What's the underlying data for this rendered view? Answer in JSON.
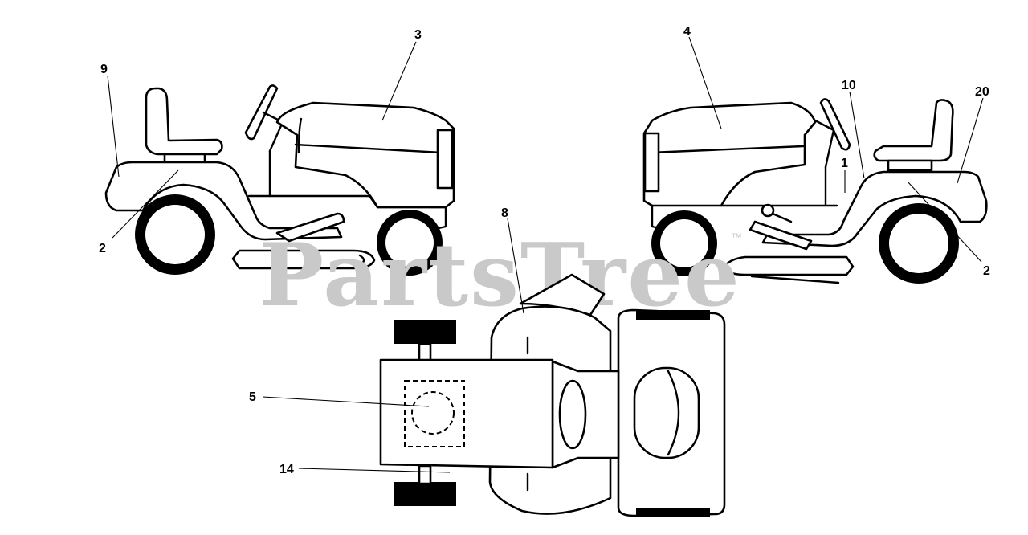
{
  "watermark": {
    "text": "PartsTree",
    "mark": "™"
  },
  "callouts": {
    "c3": "3",
    "c9": "9",
    "c2_left": "2",
    "c4": "4",
    "c10": "10",
    "c20": "20",
    "c1": "1",
    "c2_right": "2",
    "c8": "8",
    "c5": "5",
    "c14": "14"
  }
}
